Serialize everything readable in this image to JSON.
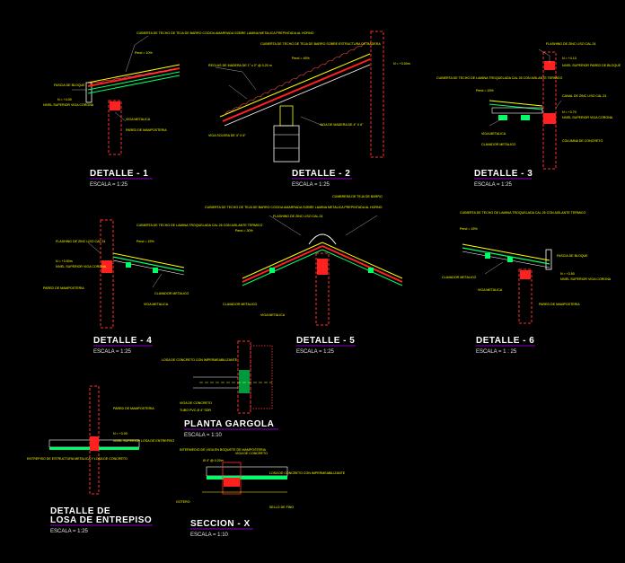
{
  "colors": {
    "background": "#000000",
    "title": "#ffffff",
    "note": "#ffff00",
    "underline": "#c000ff",
    "wall": "#ff3030",
    "steel": "#00ff66",
    "tile": "#ff2020",
    "leader": "#cccccc",
    "dimension": "#ffffff"
  },
  "details": [
    {
      "title": "DETALLE - 1",
      "scale": "ESCALA = 1:25",
      "notes": [
        "CUBIERTA DE TECHO DE TEJA DE BARRO COCIDA AMARRADA SOBRE LAMINA METALICA PREPINTADA AL HORNO",
        "Pend = 10%",
        "FASCIA DE BLOQUE",
        "N = +4.00",
        "NIVEL SUPERIOR VIGA CORONA",
        "VIGA METALICA",
        "PARED DE MAMPOSTERIA"
      ]
    },
    {
      "title": "DETALLE - 2",
      "scale": "ESCALA = 1:25",
      "notes": [
        "CUBIERTA DE TECHO DE TEJA DE BARRO SOBRE ESTRUCTURA DE MADERA",
        "Pend = 45%",
        "REGLAS DE MADERA DE 1\" x 2\" @ 0.20 m",
        "N = +3.00m",
        "VIGA DE MADERA DE 4\" X 6\"",
        "VIGA SOLERA DE 4\" X 6\""
      ]
    },
    {
      "title": "DETALLE - 3",
      "scale": "ESCALA = 1:25",
      "notes": [
        "FLASHING DE ZINC LISO CAL 24",
        "N = +4.10",
        "NIVEL SUPERIOR PARED DE BLOQUE",
        "CUBIERTA DE TECHO DE LAMINA TROQUELADA CAL 26 CON AISLANTE TERMICO",
        "Pend = 15%",
        "CANAL DE ZINC LISO CAL 24",
        "N = +3.70",
        "NIVEL SUPERIOR VIGA CORONA",
        "VIGA METALICA",
        "CLAVADOR METALICO",
        "COLUMNA DE CONCRETO"
      ]
    },
    {
      "title": "DETALLE - 4",
      "scale": "ESCALA = 1:25",
      "notes": [
        "CUBIERTA DE TECHO DE LAMINA TROQUELADA CAL 26 CON AISLANTE TERMICO",
        "Pend = 15%",
        "FLASHING DE ZINC LISO CAL 24",
        "N = +3.50m",
        "NIVEL SUPERIOR VIGA CORONA",
        "PARED DE MAMPOSTERIA",
        "VIGA METALICA",
        "CLAVADOR METALICO"
      ]
    },
    {
      "title": "DETALLE - 5",
      "scale": "ESCALA = 1:25",
      "notes": [
        "CUBIERTA DE TECHO DE TEJA DE BARRO COCIDA AMARRADA SOBRE LAMINA METALICA PREPINTADA AL HORNO",
        "Pend = 30%",
        "FLASHING DE ZINC LISO CAL 24",
        "CUMBRERA DE TEJA DE BARRO",
        "CLAVADOR METALICO",
        "VIGA METALICA"
      ]
    },
    {
      "title": "DETALLE - 6",
      "scale": "ESCALA = 1 : 25",
      "notes": [
        "CUBIERTA DE TECHO DE LAMINA TROQUELADA CAL 26 CON AISLANTE TERMICO",
        "Pend = 15%",
        "FASCIA DE BLOQUE",
        "CLAVADOR METALICO",
        "VIGA METALICA",
        "N = +3.50",
        "NIVEL SUPERIOR VIGA CORONA",
        "PARED DE MAMPOSTERIA"
      ]
    },
    {
      "title": "PLANTA GARGOLA",
      "scale": "ESCALA = 1:10",
      "notes": [
        "LOSA DE CONCRETO CON IMPERMEABILIZANTE",
        "VIGA DE CONCRETO",
        "TUBO PVC Ø 4\" SDR"
      ]
    },
    {
      "title": "DETALLE DE",
      "title2": "LOSA DE ENTREPISO",
      "scale": "ESCALA = 1:25",
      "notes": [
        "PARED DE MAMPOSTERIA",
        "N = +3.00",
        "NIVEL SUPERIOR LOSA DE ENTREPISO",
        "ENTREPISO DE ESTRUCTURA METALICA Y LOSA DE CONCRETO"
      ]
    },
    {
      "title": "SECCION - X",
      "scale": "ESCALA = 1:10",
      "notes": [
        "INTERMEDIO DE VIGA EN BOQUETE DE MAMPOSTERIA",
        "VIGA DE CONCRETO",
        "Ø 4\" @ 0.20m",
        "LOSA DE CONCRETO CON IMPERMEABILIZANTE",
        "GOTERO",
        "SELLO DE FINO"
      ]
    }
  ]
}
